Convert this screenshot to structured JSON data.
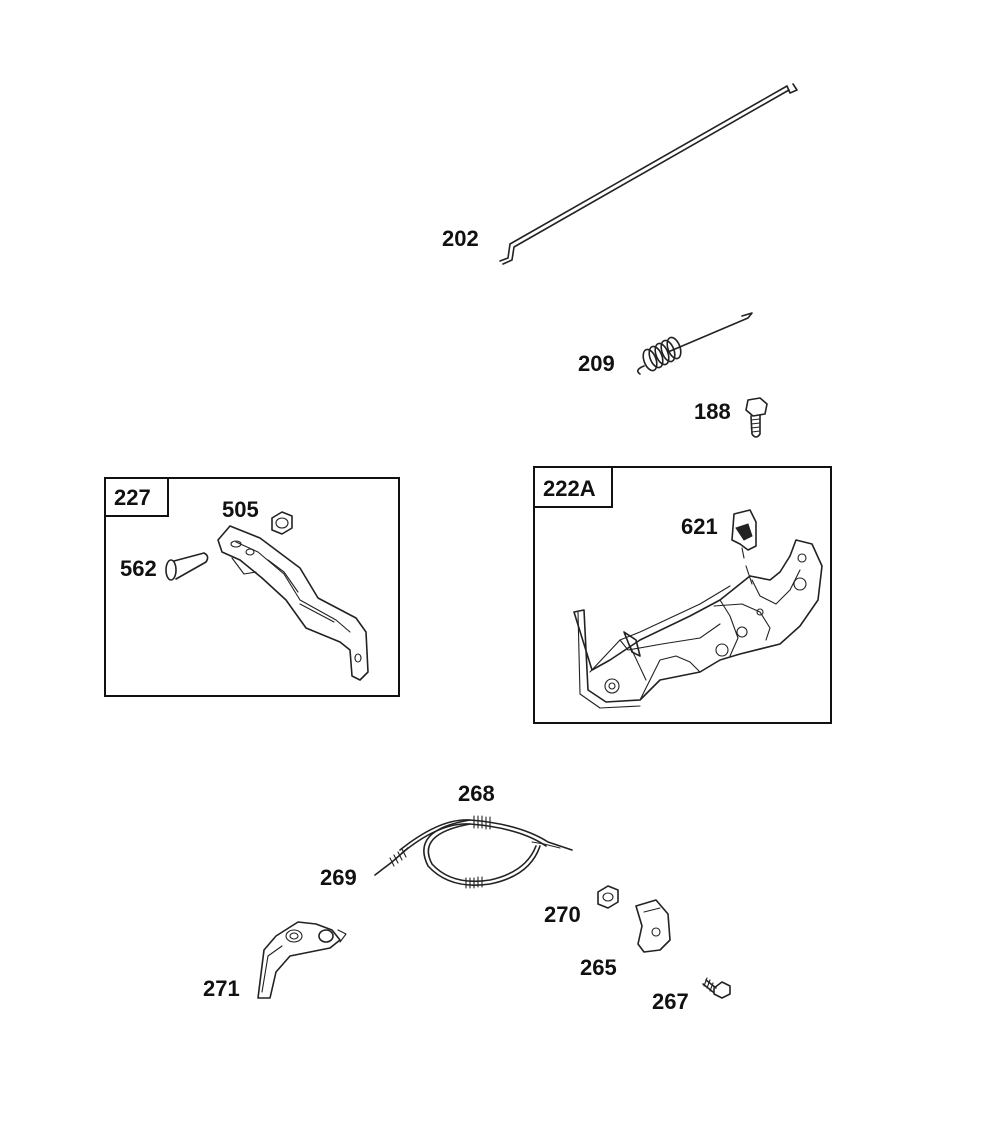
{
  "parts": {
    "p202": "202",
    "p209": "209",
    "p188": "188",
    "p227": "227",
    "p505": "505",
    "p562": "562",
    "p222A": "222A",
    "p621": "621",
    "p268": "268",
    "p269": "269",
    "p270": "270",
    "p265": "265",
    "p271": "271",
    "p267": "267"
  }
}
